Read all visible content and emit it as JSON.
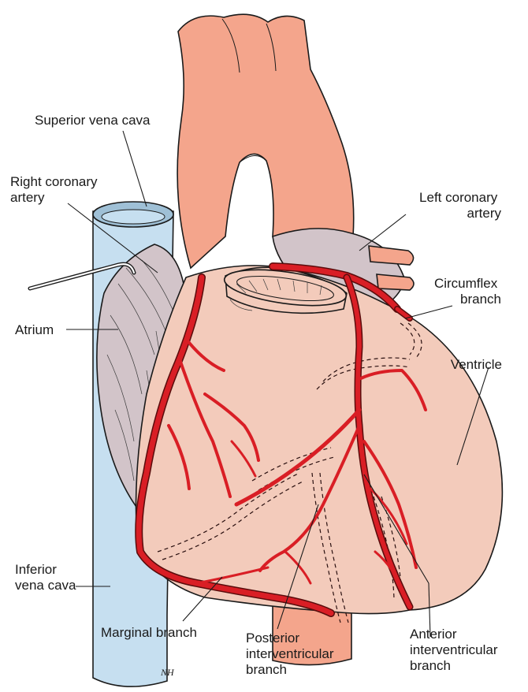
{
  "labels": {
    "superior_vena_cava": "Superior vena cava",
    "right_coronary_artery": [
      "Right coronary",
      "artery"
    ],
    "left_coronary_artery": [
      "Left coronary",
      "artery"
    ],
    "circumflex_branch": [
      "Circumflex",
      "branch"
    ],
    "atrium": "Atrium",
    "ventricle": "Ventricle",
    "inferior_vena_cava": [
      "Inferior",
      "vena cava"
    ],
    "marginal_branch": "Marginal branch",
    "posterior_interventricular_branch": [
      "Posterior",
      "interventricular",
      "branch"
    ],
    "anterior_interventricular_branch": [
      "Anterior",
      "interventricular",
      "branch"
    ]
  },
  "signature": "NH",
  "colors": {
    "aorta": "#f4a58c",
    "vena_cava": "#c6dff0",
    "atrium": "#d2c4c9",
    "ventricle": "#f3cbbb",
    "artery": "#d91e25"
  }
}
